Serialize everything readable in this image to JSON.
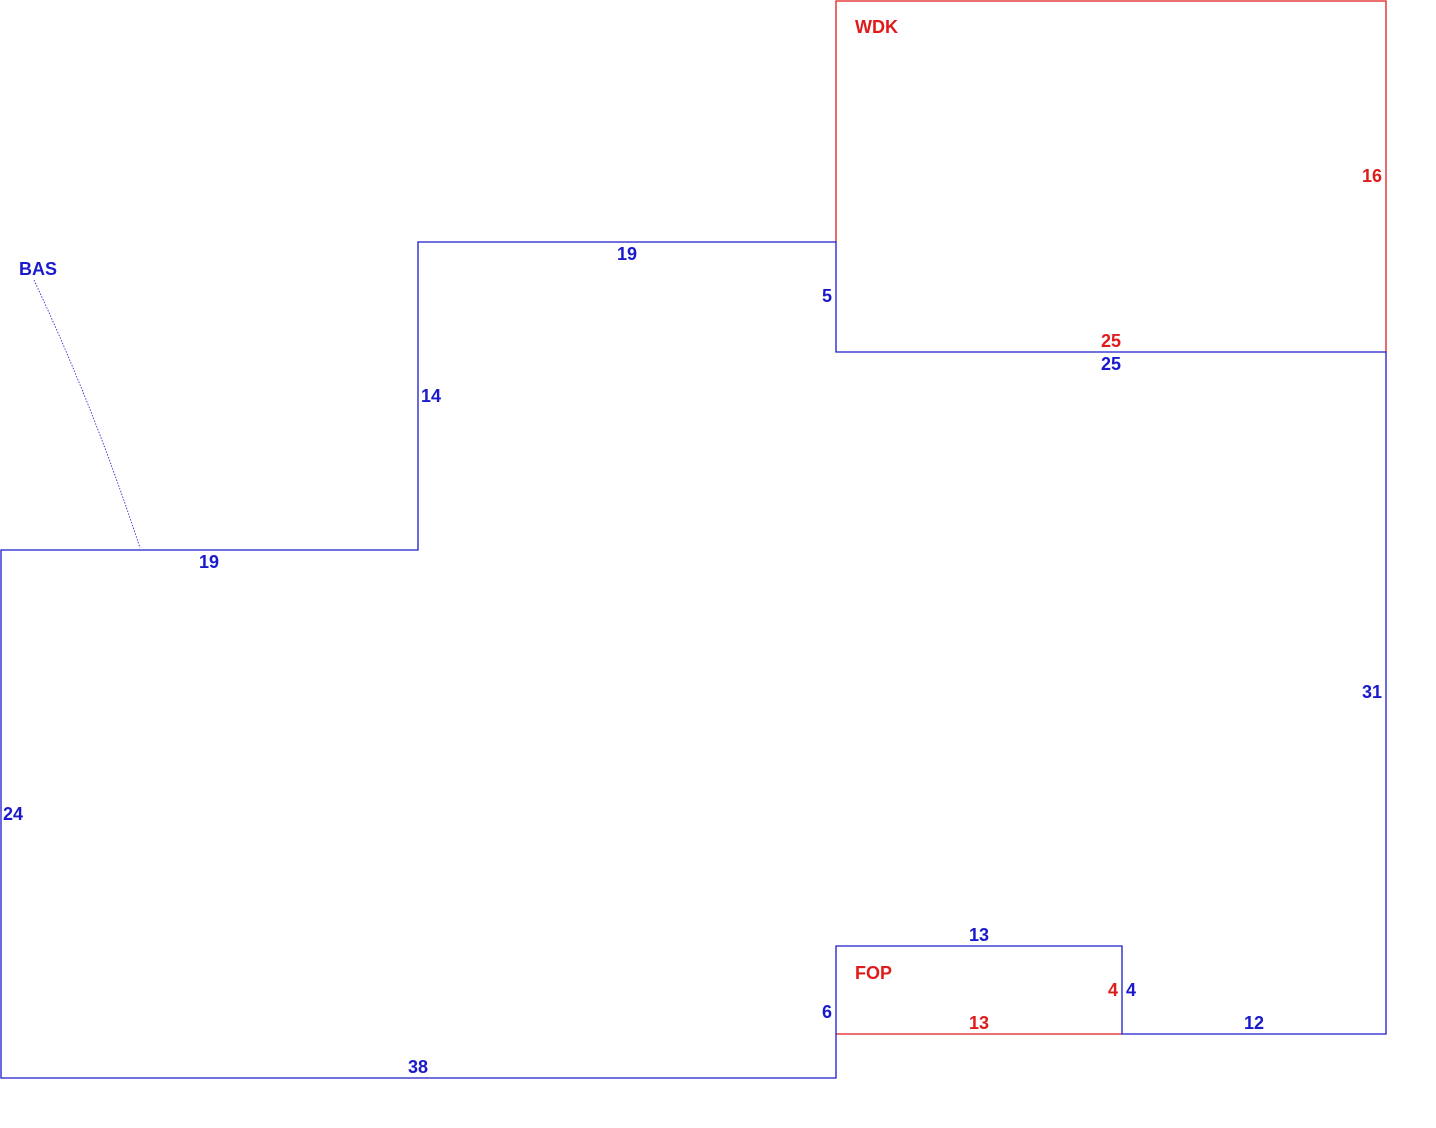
{
  "colors": {
    "main": "#1a1acc",
    "overlay": "#e01b1b"
  },
  "areas": {
    "bas": {
      "code": "BAS",
      "color": "#1a1acc"
    },
    "wdk": {
      "code": "WDK",
      "color": "#e01b1b"
    },
    "fop": {
      "code": "FOP",
      "color": "#e01b1b"
    }
  },
  "dimensions": {
    "bas_top_upper": "19",
    "bas_step_vertical": "5",
    "bas_left_upper_vertical": "14",
    "bas_top_lower": "19",
    "bas_left": "24",
    "bas_bottom": "38",
    "bas_notch_vertical": "6",
    "bas_notch_top": "13",
    "bas_notch_right": "4",
    "bas_bottom_right": "12",
    "bas_right": "31",
    "bas_top_right": "25",
    "wdk_right": "16",
    "wdk_bottom": "25",
    "fop_right": "4",
    "fop_bottom": "13"
  }
}
